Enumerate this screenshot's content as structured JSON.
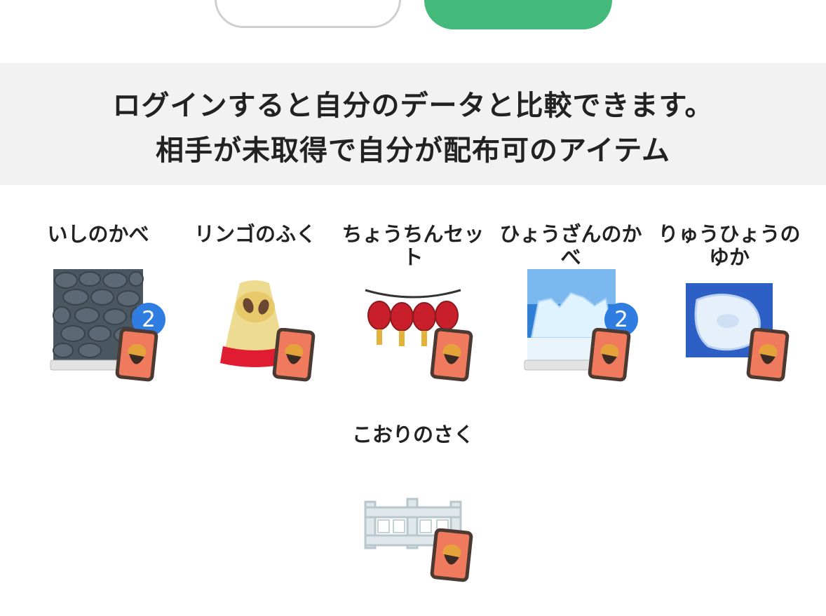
{
  "banner": {
    "line1": "ログインすると自分のデータと比較できます。",
    "line2": "相手が未取得で自分が配布可のアイテム"
  },
  "items": [
    {
      "name": "いしのかべ",
      "count": "2"
    },
    {
      "name": "リンゴのふく"
    },
    {
      "name": "ちょうちんセット"
    },
    {
      "name": "ひょうざんのかべ",
      "count": "2"
    },
    {
      "name": "りゅうひょうのゆか"
    },
    {
      "name": "こおりのさく"
    }
  ],
  "icons": {
    "card": "diy-recipe-card-icon",
    "badge": "count-badge"
  },
  "colors": {
    "accent": "#44b97c",
    "badge": "#2f7de1",
    "banner_bg": "#f2f2f2",
    "card_bg": "#f07a5d"
  }
}
